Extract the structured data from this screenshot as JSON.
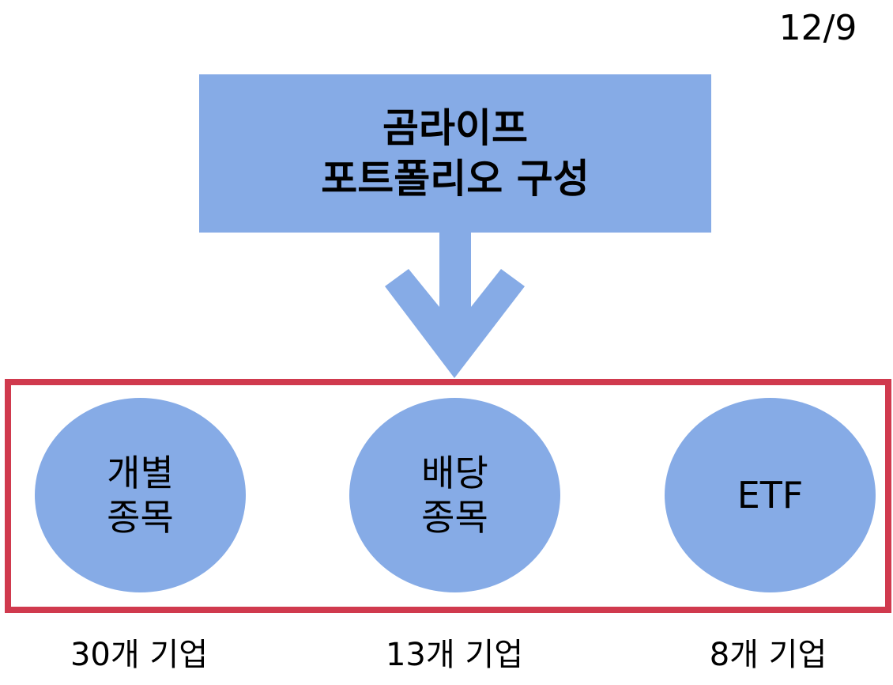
{
  "page": {
    "number": "12/9"
  },
  "root": {
    "title_lines": [
      "곰라이프",
      "포트폴리오 구성"
    ]
  },
  "nodes": [
    {
      "label_lines": [
        "개별",
        "종목"
      ],
      "count": "30개 기업"
    },
    {
      "label_lines": [
        "배당",
        "종목"
      ],
      "count": "13개 기업"
    },
    {
      "label_lines": [
        "ETF"
      ],
      "count": "8개 기업"
    }
  ],
  "colors": {
    "fill": "#86abe6",
    "frame": "#d03a4e",
    "text": "#000000",
    "background": "#ffffff"
  }
}
